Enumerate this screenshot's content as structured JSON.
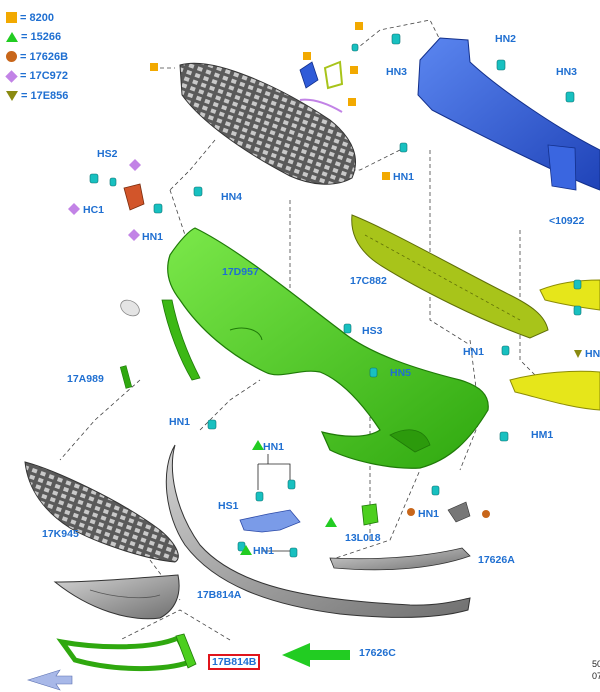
{
  "legend": [
    {
      "code": "= 8200",
      "symbol": "square",
      "color": "#f2a900"
    },
    {
      "code": "= 15266",
      "symbol": "triangle-up",
      "color": "#22cc22"
    },
    {
      "code": "= 17626B",
      "symbol": "circle",
      "color": "#c8661a"
    },
    {
      "code": "= 17C972",
      "symbol": "diamond",
      "color": "#c283e6"
    },
    {
      "code": "= 17E856",
      "symbol": "triangle-down",
      "color": "#8a8a10"
    }
  ],
  "callouts": {
    "hs2": "HS2",
    "hc1": "HC1",
    "hn1_left_top": "HN1",
    "hn4": "HN4",
    "hn3_left": "HN3",
    "hn2": "HN2",
    "hn3_right": "HN3",
    "hn1_upper": "HN1",
    "part_10922": "<10922",
    "part_17d957": "17D957",
    "part_17c882": "17C882",
    "hs3": "HS3",
    "hn1_mid": "HN1",
    "hn5": "HN5",
    "part_17a989": "17A989",
    "hn1_lower_left": "HN1",
    "hm1": "HM1",
    "hn1_bracket": "HN1",
    "hs1": "HS1",
    "hn1_bracket_bottom": "HN1",
    "part_13l018": "13L018",
    "hn1_right_bracket": "HN1",
    "part_17626a": "17626A",
    "part_17k945": "17K945",
    "part_17b814a": "17B814A",
    "part_17626c": "17626C",
    "part_17b814b": "17B814B",
    "hn_right_edge": "HN"
  },
  "corner_text": [
    "50",
    "07"
  ],
  "colors": {
    "label_blue": "#1f6fd1",
    "bumper_green": "#4ccf1e",
    "beam_blue": "#2f5bd8",
    "absorber_olive": "#a8c41a",
    "deflector_yellow": "#e6e61a",
    "clip_cyan": "#18c0c0",
    "grille_gray": "#6e6e6e",
    "highlight_red": "#e0141b",
    "arrow_green": "#22cc22"
  }
}
